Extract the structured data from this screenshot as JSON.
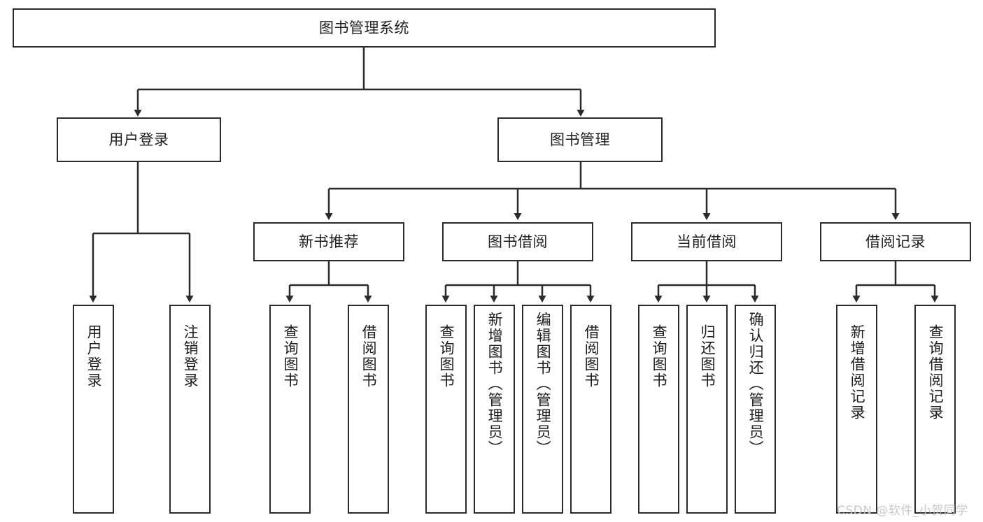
{
  "diagram": {
    "type": "tree",
    "title": "图书管理系统",
    "watermark": "CSDN @软件_小贺同学",
    "colors": {
      "background": "#ffffff",
      "stroke": "#2b2b2b",
      "text": "#1c1c1c",
      "watermark": "#c9c9c9"
    },
    "nodes": {
      "root": {
        "label": "图书管理系统"
      },
      "level2": [
        {
          "label": "用户登录"
        },
        {
          "label": "图书管理"
        }
      ],
      "level3": [
        {
          "label": "新书推荐"
        },
        {
          "label": "图书借阅"
        },
        {
          "label": "当前借阅"
        },
        {
          "label": "借阅记录"
        }
      ],
      "leaves": {
        "user_login": [
          {
            "label": "用户登录"
          },
          {
            "label": "注销登录"
          }
        ],
        "new_book": [
          {
            "label": "查询图书"
          },
          {
            "label": "借阅图书"
          }
        ],
        "book_borrow": [
          {
            "label": "查询图书"
          },
          {
            "label": "新增图书（管理员）"
          },
          {
            "label": "编辑图书（管理员）"
          },
          {
            "label": "借阅图书"
          }
        ],
        "current_borrow": [
          {
            "label": "查询图书"
          },
          {
            "label": "归还图书"
          },
          {
            "label": "确认归还（管理员）"
          }
        ],
        "borrow_record": [
          {
            "label": "新增借阅记录"
          },
          {
            "label": "查询借阅记录"
          }
        ]
      }
    }
  }
}
